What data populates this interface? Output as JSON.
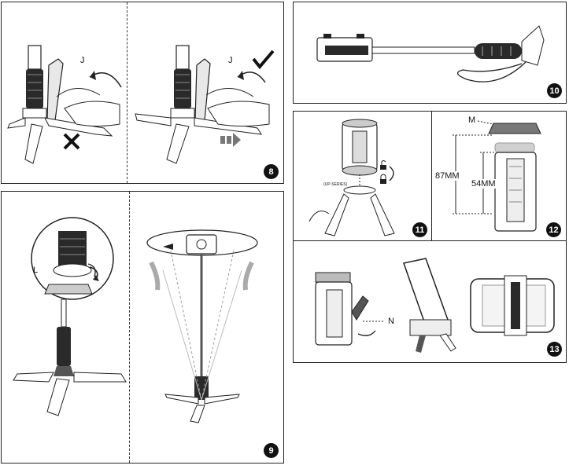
{
  "steps": {
    "s8": {
      "number": "8",
      "label_j_left": "J",
      "label_j_right": "J"
    },
    "s9": {
      "number": "9",
      "label_l": "L"
    },
    "s10": {
      "number": "10"
    },
    "s11": {
      "number": "11",
      "mount_text": "(UP-SERIES)"
    },
    "s12": {
      "number": "12",
      "label_m": "M",
      "dim_outer": "87MM",
      "dim_inner": "54MM"
    },
    "s13": {
      "number": "13",
      "label_n": "N"
    }
  },
  "icons": [
    "check-icon",
    "cross-icon",
    "rotate-arrow-icon",
    "push-arrow-icon",
    "lock-icon",
    "unlock-icon"
  ],
  "colors": {
    "line": "#1a1a1a",
    "grip": "#2a2a2a",
    "gray": "#9a9a9a",
    "light": "#d8d8d8"
  }
}
